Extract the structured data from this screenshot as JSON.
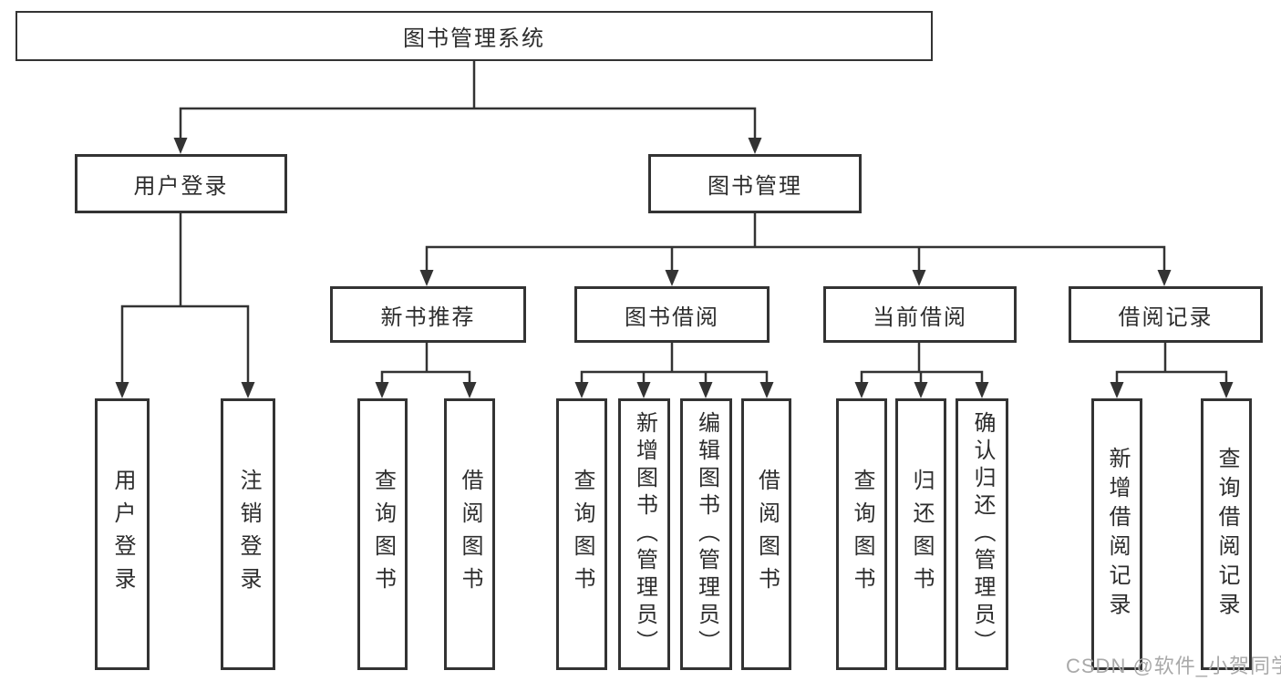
{
  "diagram": {
    "root": {
      "label": "图书管理系统"
    },
    "branches": [
      {
        "label": "用户登录",
        "children": [
          {
            "label": "用户登录"
          },
          {
            "label": "注销登录"
          }
        ]
      },
      {
        "label": "图书管理",
        "children": [
          {
            "label": "新书推荐",
            "children": [
              {
                "label": "查询图书"
              },
              {
                "label": "借阅图书"
              }
            ]
          },
          {
            "label": "图书借阅",
            "children": [
              {
                "label": "查询图书"
              },
              {
                "label": "新增图书（管理员）"
              },
              {
                "label": "编辑图书（管理员）"
              },
              {
                "label": "借阅图书"
              }
            ]
          },
          {
            "label": "当前借阅",
            "children": [
              {
                "label": "查询图书"
              },
              {
                "label": "归还图书"
              },
              {
                "label": "确认归还（管理员）"
              }
            ]
          },
          {
            "label": "借阅记录",
            "children": [
              {
                "label": "新增借阅记录"
              },
              {
                "label": "查询借阅记录"
              }
            ]
          }
        ]
      }
    ]
  },
  "icons": {
    "arrowhead_down": "▼"
  },
  "watermark": {
    "text": "CSDN @软件_小贺同学"
  },
  "colors": {
    "line": "#333333",
    "text": "#2d2d2d",
    "watermark": "#a9a9a9",
    "bg": "#ffffff"
  }
}
